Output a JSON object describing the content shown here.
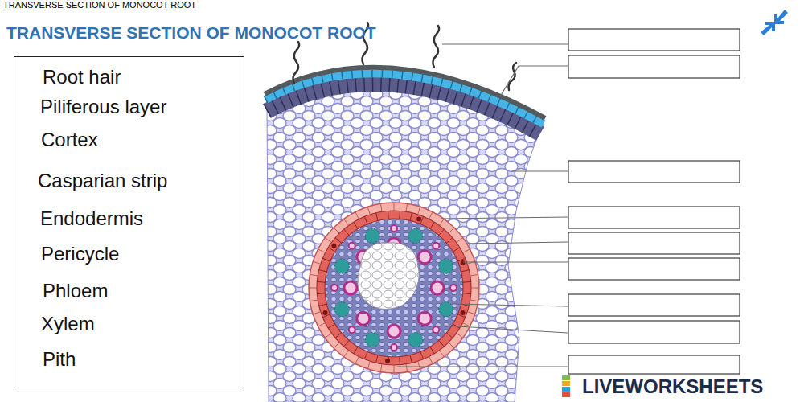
{
  "diagram": {
    "title": "TRANSVERSE SECTION OF MONOCOT ROOT",
    "nodes": [
      {
        "text": [
          "Root hair",
          "Piliferous layer",
          "Cortex",
          "Casparian strip",
          "Endodermis",
          "Pericycle",
          "Phloem",
          "Xylem",
          "Pith"
        ]
      }
    ],
    "labels": [
      "TRANSVERSE SECTION OF MONOCOT ROOT",
      "LIVEWORKSHEETS"
    ]
  }
}
